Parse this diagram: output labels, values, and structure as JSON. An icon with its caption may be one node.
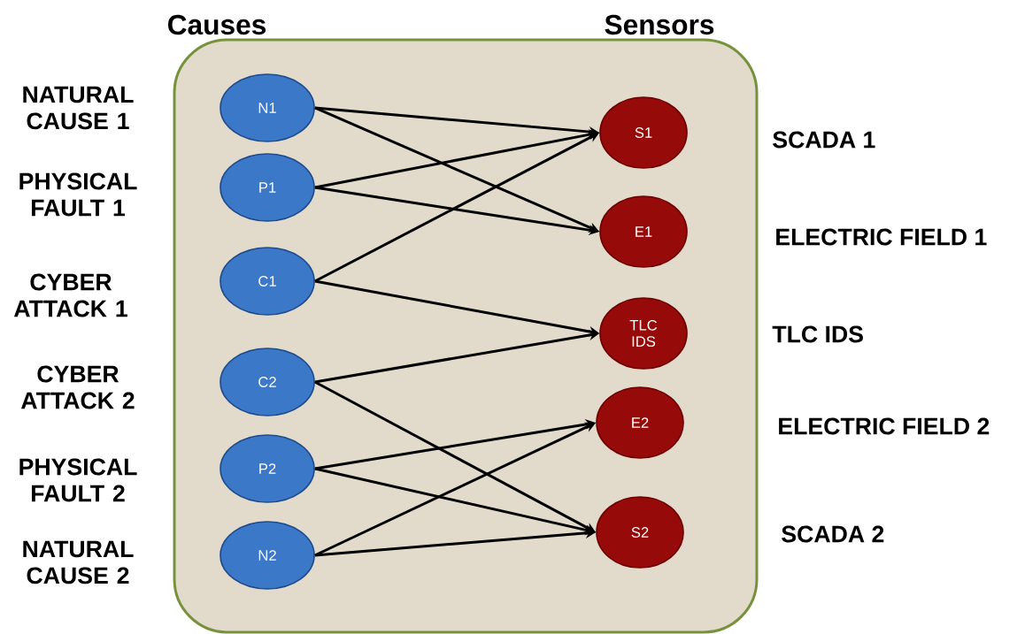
{
  "diagram": {
    "nodes": [
      {
        "text": [],
        "shape": "box"
      },
      {
        "text": [
          "N1"
        ],
        "in": 0
      },
      {
        "text": [
          "P1"
        ],
        "in": 0
      },
      {
        "text": [
          "C1"
        ],
        "in": 0
      },
      {
        "text": [
          "C2"
        ],
        "in": 0
      },
      {
        "text": [
          "P2"
        ],
        "in": 0
      },
      {
        "text": [
          "N2"
        ],
        "in": 0
      },
      {
        "text": [
          "S1"
        ],
        "in": 0
      },
      {
        "text": [
          "E1"
        ],
        "in": 0
      },
      {
        "text": [
          "TLC IDS"
        ],
        "in": 0
      },
      {
        "text": [
          "E2"
        ],
        "in": 0
      },
      {
        "text": [
          "S2"
        ],
        "in": 0
      }
    ],
    "edges": [
      {
        "from": 1,
        "to": 7,
        "arrow": "to"
      },
      {
        "from": 1,
        "to": 8,
        "arrow": "to"
      },
      {
        "from": 2,
        "to": 7,
        "arrow": "to"
      },
      {
        "from": 2,
        "to": 8,
        "arrow": "to"
      },
      {
        "from": 3,
        "to": 7,
        "arrow": "to"
      },
      {
        "from": 3,
        "to": 9,
        "arrow": "to"
      },
      {
        "from": 4,
        "to": 9,
        "arrow": "to"
      },
      {
        "from": 4,
        "to": 11,
        "arrow": "to"
      },
      {
        "from": 5,
        "to": 10,
        "arrow": "to"
      },
      {
        "from": 5,
        "to": 11,
        "arrow": "to"
      },
      {
        "from": 6,
        "to": 10,
        "arrow": "to"
      },
      {
        "from": 6,
        "to": 11,
        "arrow": "to"
      }
    ],
    "labels": [
      "Causes",
      "Sensors",
      "NATURAL CAUSE 1",
      "SCADA 1",
      "PHYSICAL FAULT 1",
      "ELECTRIC FIELD 1",
      "CYBER ATTACK 1",
      "TLC IDS",
      "CYBER ATTACK 2",
      "ELECTRIC FIELD 2",
      "PHYSICAL FAULT 2",
      "SCADA 2",
      "NATURAL CAUSE 2"
    ]
  }
}
